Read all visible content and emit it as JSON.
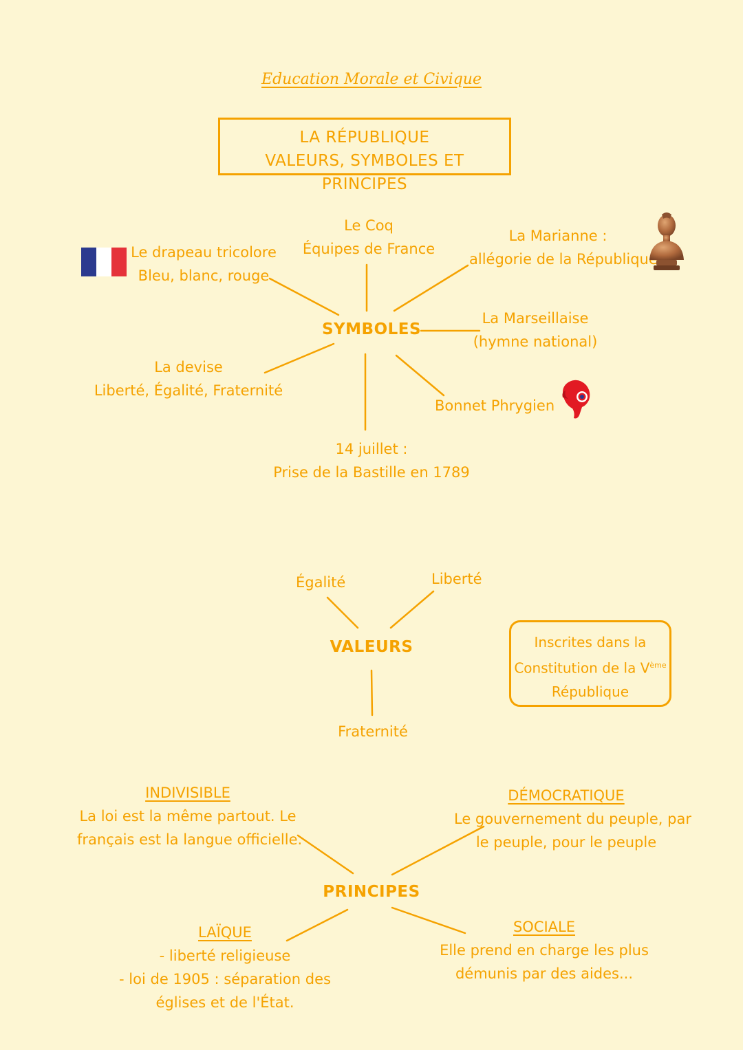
{
  "header": {
    "subject": "Education Morale et Civique"
  },
  "title": {
    "line1": "LA RÉPUBLIQUE",
    "line2": "VALEURS, SYMBOLES ET PRINCIPES"
  },
  "symboles": {
    "hub": "SYMBOLES",
    "flag": {
      "line1": "Le drapeau tricolore",
      "line2": "Bleu, blanc, rouge",
      "colors": [
        "#2b3a8f",
        "#ffffff",
        "#e5323a"
      ]
    },
    "coq": {
      "line1": "Le Coq",
      "line2": "Équipes de France"
    },
    "marianne": {
      "line1": "La Marianne :",
      "line2": "allégorie de la République"
    },
    "marseillaise": {
      "line1": "La Marseillaise",
      "line2": "(hymne national)"
    },
    "devise": {
      "line1": "La devise",
      "line2": "Liberté, Égalité, Fraternité"
    },
    "bonnet": {
      "line1": "Bonnet Phrygien"
    },
    "juillet": {
      "line1": "14 juillet :",
      "line2": "Prise de la Bastille en 1789"
    }
  },
  "valeurs": {
    "hub": "VALEURS",
    "egalite": "Égalité",
    "liberte": "Liberté",
    "fraternite": "Fraternité",
    "note": {
      "line1": "Inscrites dans la",
      "line2": "Constitution de la V",
      "sup": "ème",
      "line3": "République"
    }
  },
  "principes": {
    "hub": "PRINCIPES",
    "indivisible": {
      "title": "INDIVISIBLE",
      "line1": "La loi est la même partout. Le",
      "line2": "français est la langue officielle."
    },
    "democratique": {
      "title": "DÉMOCRATIQUE",
      "line1": "Le gouvernement du peuple, par",
      "line2": "le peuple, pour le peuple"
    },
    "laique": {
      "title": "LAÏQUE",
      "line1": "- liberté religieuse",
      "line2": "- loi de 1905 : séparation des",
      "line3": "églises et de l'État."
    },
    "sociale": {
      "title": "SOCIALE",
      "line1": "Elle prend en charge les plus",
      "line2": "démunis par des aides..."
    }
  },
  "colors": {
    "background": "#fdf6d3",
    "ink": "#f5a200"
  }
}
